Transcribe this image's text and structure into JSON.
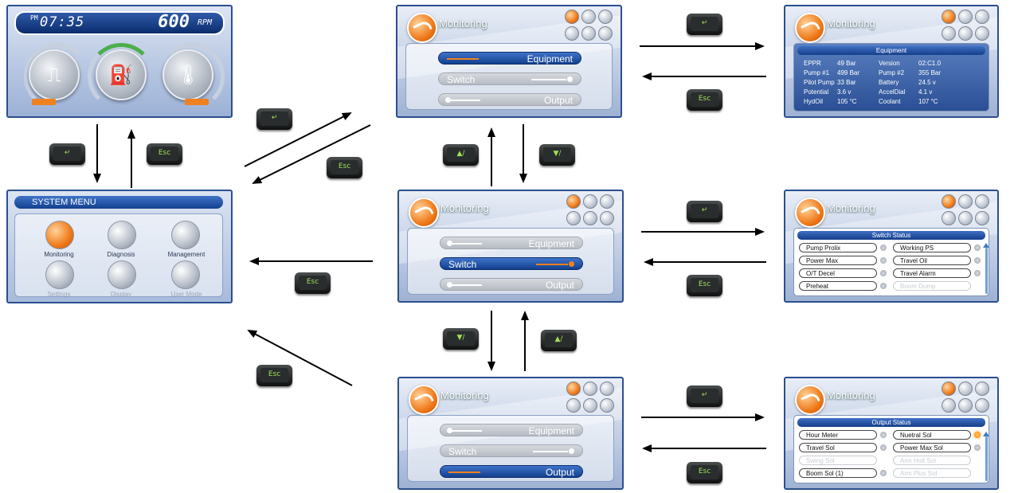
{
  "home": {
    "am_label": "PM",
    "time": "07:35",
    "rpm_value": "600",
    "rpm_unit": "RPM"
  },
  "system_menu": {
    "title": "SYSTEM MENU",
    "items": [
      {
        "label": "Monitoring",
        "icon": "monitoring-icon",
        "selected": true
      },
      {
        "label": "Diagnosis",
        "icon": "diagnosis-icon",
        "selected": false
      },
      {
        "label": "Management",
        "icon": "management-icon",
        "selected": false
      },
      {
        "label": "Settings",
        "icon": "settings-icon",
        "selected": false
      },
      {
        "label": "Display",
        "icon": "display-icon",
        "selected": false
      },
      {
        "label": "User Mode",
        "icon": "user-mode-icon",
        "selected": false
      }
    ]
  },
  "monitoring_title": "Monitoring",
  "menu_options": [
    "Equipment",
    "Switch",
    "Output"
  ],
  "equipment": {
    "header": "Equipment",
    "rows": [
      [
        "EPPR",
        "49 Bar",
        "Version",
        "02:C1.0"
      ],
      [
        "Pump #1",
        "499 Bar",
        "Pump #2",
        "355 Bar"
      ],
      [
        "Pilot Pump",
        "33 Bar",
        "Battery",
        "24.5 v"
      ],
      [
        "Potential",
        "3.6 v",
        "AccelDial",
        "4.1 v"
      ],
      [
        "HydOil",
        "105 °C",
        "Coolant",
        "107 °C"
      ]
    ]
  },
  "switch_status": {
    "header": "Switch Status",
    "left": [
      "Pump Prolix",
      "Power Max",
      "O/T Decel",
      "Preheat"
    ],
    "right": [
      "Working PS",
      "Travel Oil",
      "Travel Alarm",
      "Boom Dump"
    ]
  },
  "output_status": {
    "header": "Output Status",
    "left": [
      "Hour Meter",
      "Travel Sol",
      "Swing Sol",
      "Boom Sol (1)"
    ],
    "right": [
      "Nuetral Sol",
      "Power Max Sol",
      "Arm Holt Sol",
      "Arm Plus Sol"
    ]
  },
  "keys": {
    "enter": "↵",
    "esc": "Esc",
    "up": "▲/",
    "down": "▼/"
  },
  "colors": {
    "panel_border": "#2b4f8f",
    "selected_bar": "#12408e",
    "accent_orange": "#f07a1a",
    "key_legend": "#9fe05a"
  }
}
